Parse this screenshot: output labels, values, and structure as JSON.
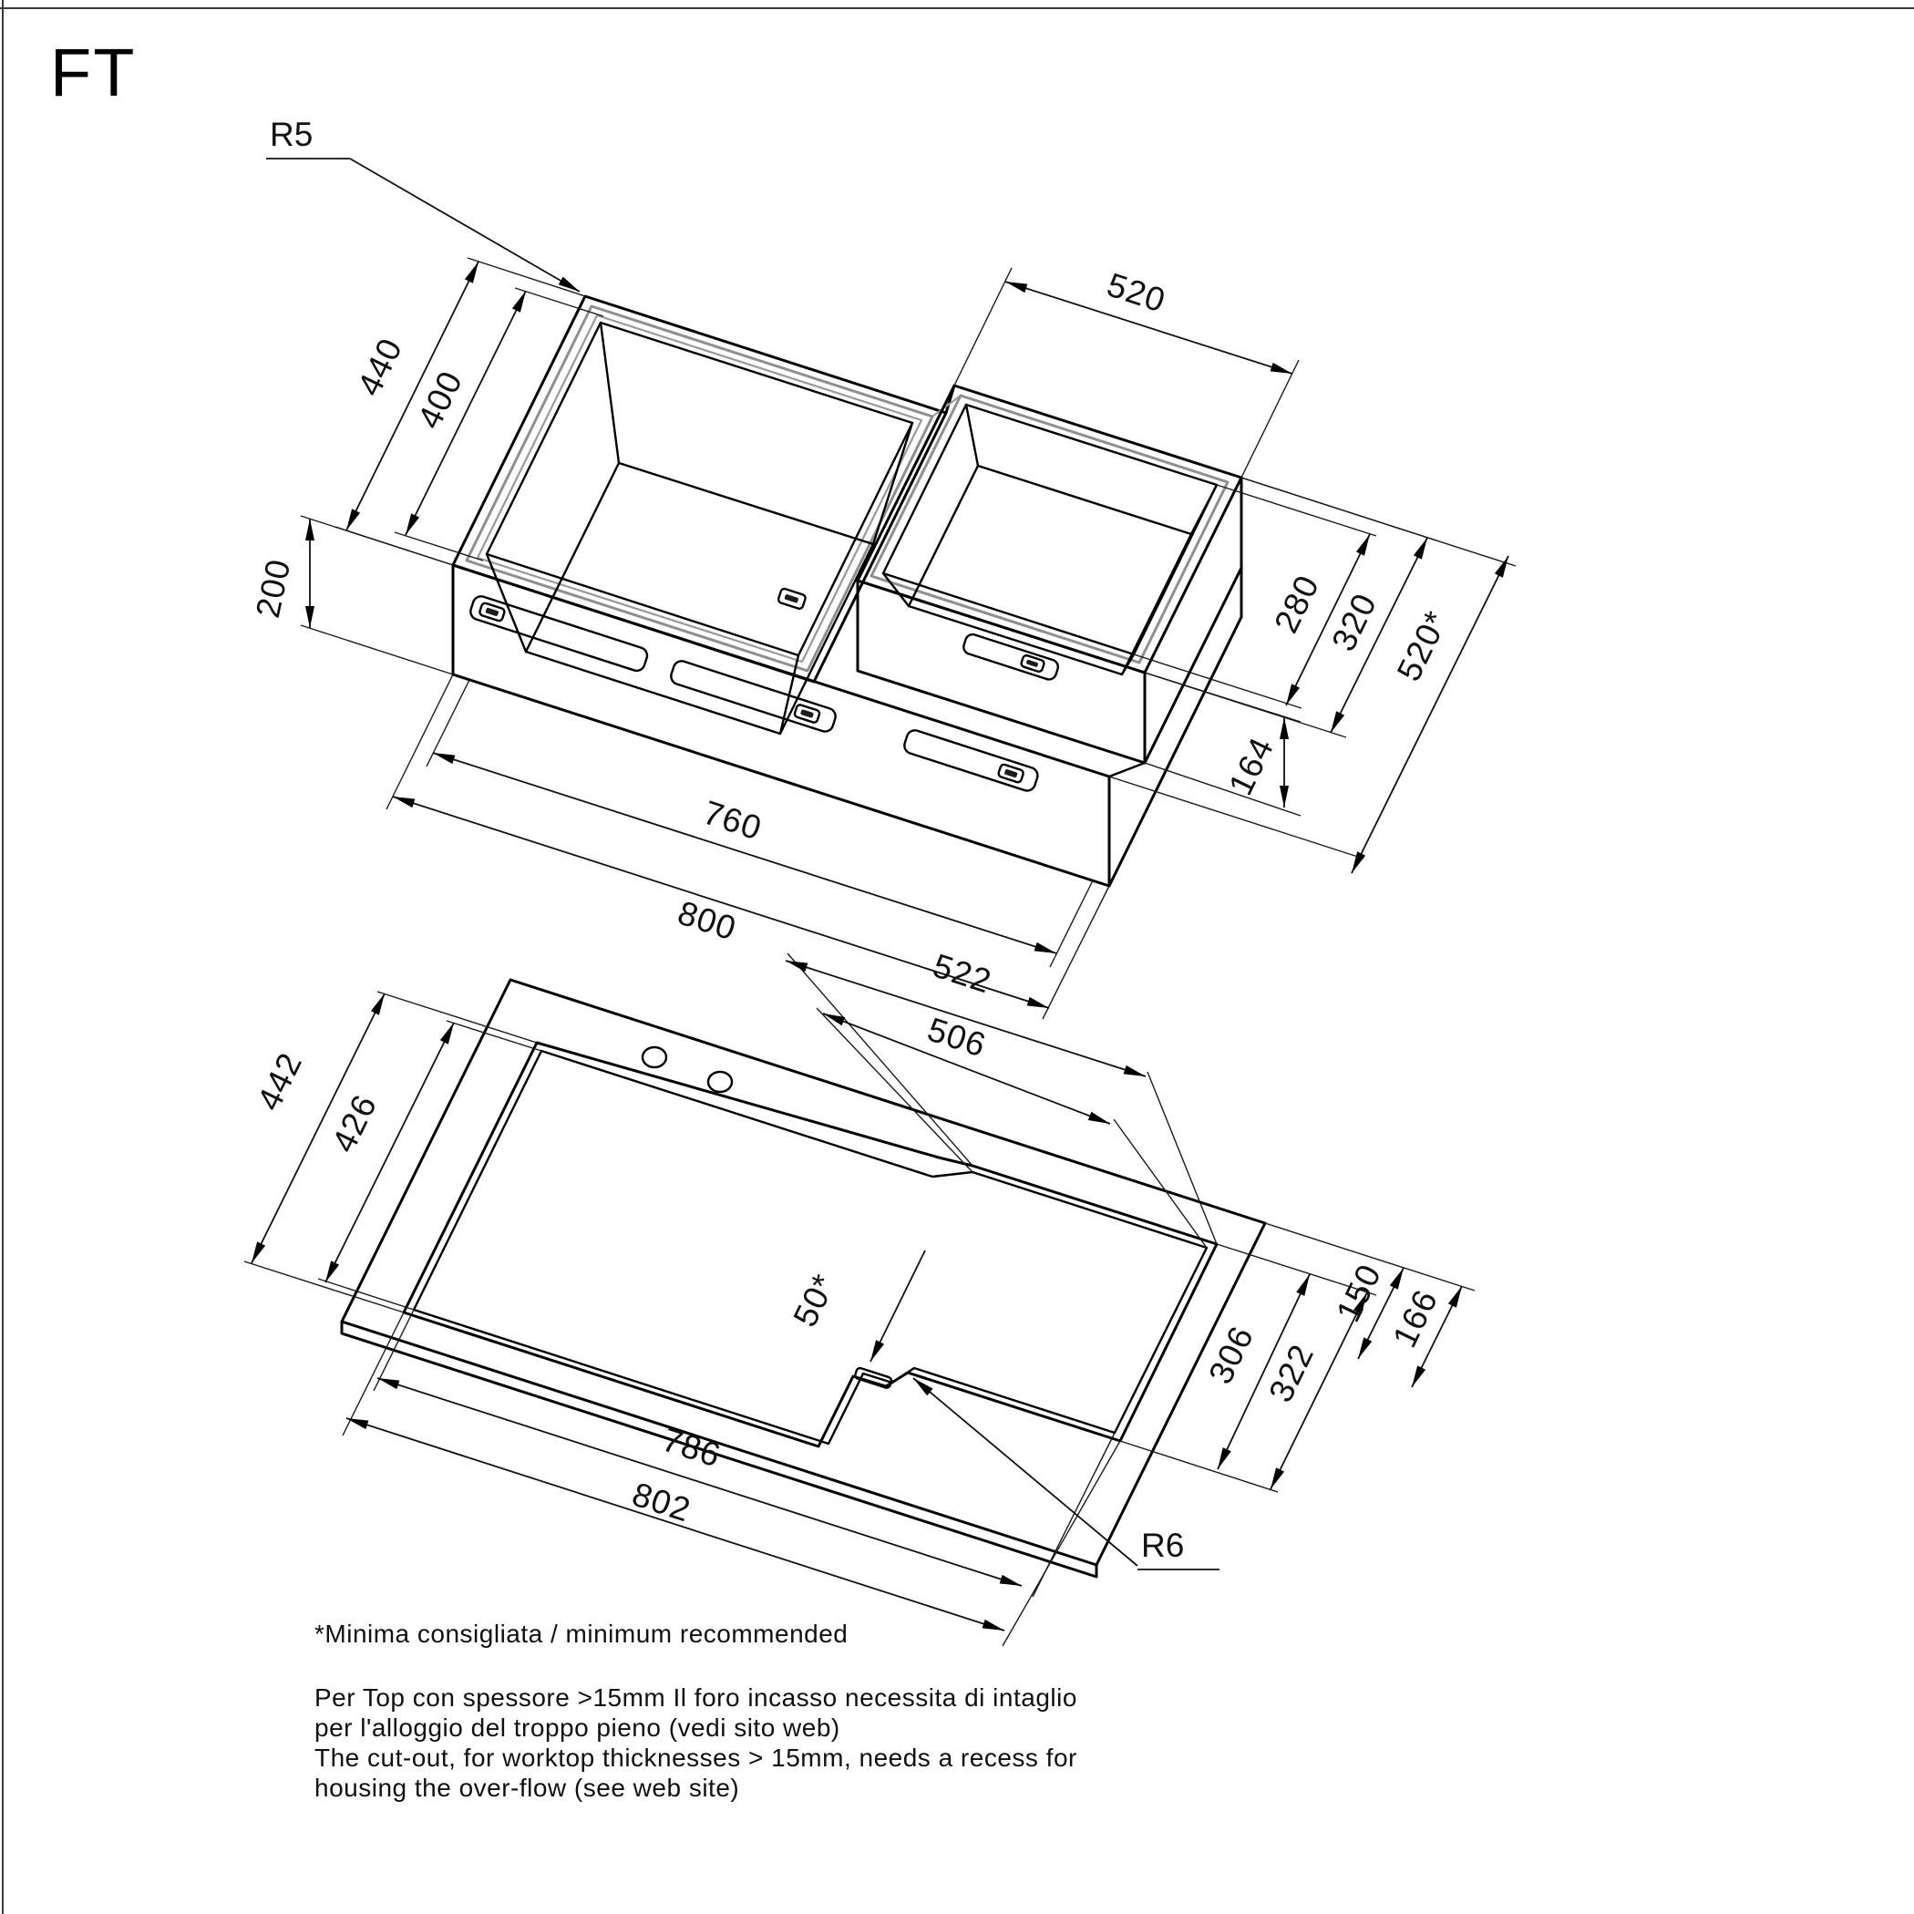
{
  "title": "FT",
  "views": {
    "isometric": {
      "name": "sink-isometric-view",
      "dims": {
        "r5": "R5",
        "d440": "440",
        "d400": "400",
        "d200": "200",
        "d520": "520",
        "d164": "164",
        "d280": "280",
        "d320": "320",
        "d520min": "520*",
        "d760": "760",
        "d800": "800"
      }
    },
    "cutout": {
      "name": "worktop-cutout-view",
      "dims": {
        "d442": "442",
        "d426": "426",
        "d522": "522",
        "d506": "506",
        "d50min": "50*",
        "d150": "150",
        "d166": "166",
        "d306": "306",
        "d322": "322",
        "d786": "786",
        "d802": "802",
        "r6": "R6"
      }
    }
  },
  "footer": {
    "star_note": "*Minima consigliata / minimum recommended",
    "note_it_1": "Per Top con spessore >15mm Il foro incasso necessita di intaglio",
    "note_it_2": "per l'alloggio del troppo pieno (vedi sito web)",
    "note_en_1": "The cut-out, for worktop thicknesses > 15mm, needs a recess for",
    "note_en_2": "housing the over-flow (see web site)"
  }
}
